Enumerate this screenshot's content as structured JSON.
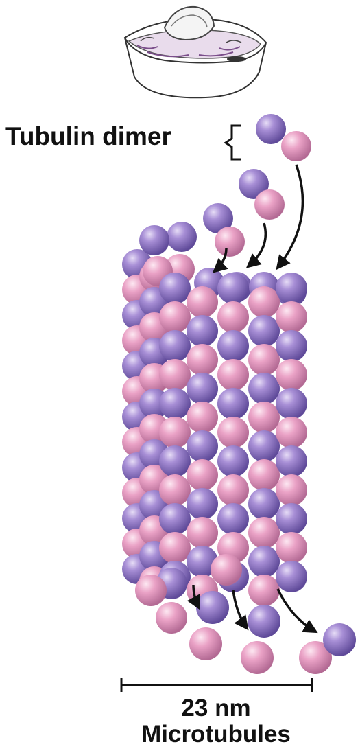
{
  "labels": {
    "dimer": "Tubulin dimer",
    "scale": "23 nm",
    "title": "Microtubules"
  },
  "colors": {
    "alpha_tubulin": "#9b7fc9",
    "beta_tubulin": "#ea9ec4",
    "outline": "#222222",
    "text": "#111111"
  },
  "icons": {
    "cell": "cell-sketch-icon"
  }
}
